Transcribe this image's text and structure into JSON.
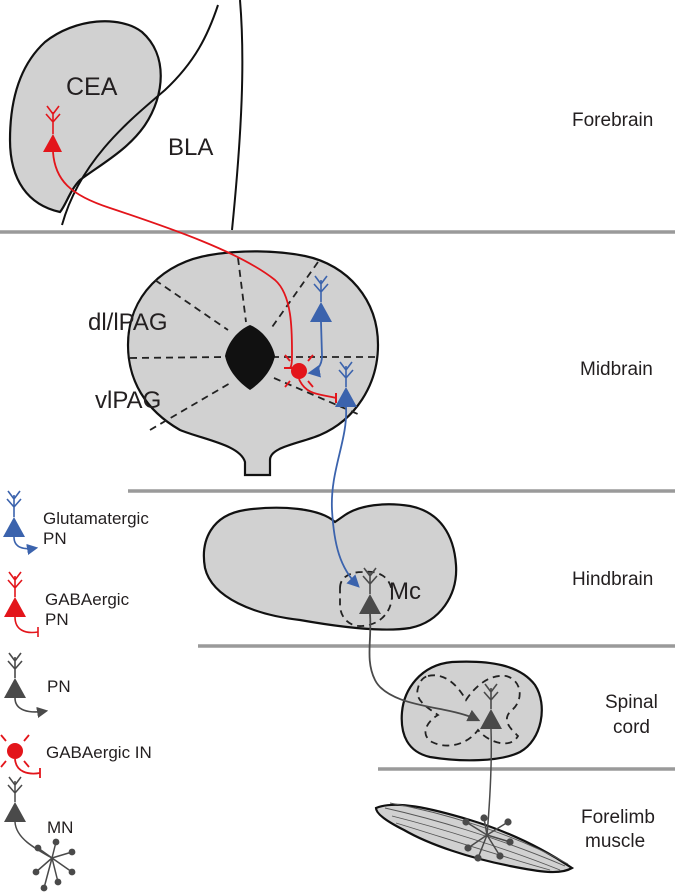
{
  "diagram": {
    "regions": {
      "cea": "CEA",
      "bla": "BLA",
      "dlpag": "dl/lPAG",
      "vlpag": "vlPAG",
      "mc": "Mc"
    },
    "levels": {
      "forebrain": "Forebrain",
      "midbrain": "Midbrain",
      "hindbrain": "Hindbrain",
      "spinal_line1": "Spinal",
      "spinal_line2": "cord",
      "forelimb_line1": "Forelimb",
      "forelimb_line2": "muscle"
    },
    "legend": [
      {
        "line1": "Glutamatergic",
        "line2": "PN",
        "color": "#3b63ad",
        "icon": "glutamatergic-pn-icon"
      },
      {
        "line1": "GABAergic",
        "line2": "PN",
        "color": "#e3151b",
        "icon": "gabaergic-pn-icon"
      },
      {
        "line1": "PN",
        "line2": "",
        "color": "#4a4a4a",
        "icon": "pn-icon"
      },
      {
        "line1": "GABAergic IN",
        "line2": "",
        "color": "#e3151b",
        "icon": "gabaergic-in-icon"
      },
      {
        "line1": "MN",
        "line2": "",
        "color": "#4a4a4a",
        "icon": "mn-icon"
      }
    ],
    "colors": {
      "glutamatergic": "#3b63ad",
      "gabaergic": "#e3151b",
      "neutral": "#4a4a4a",
      "tissue": "#d1d1d1",
      "separator": "#9a9a9a"
    }
  }
}
